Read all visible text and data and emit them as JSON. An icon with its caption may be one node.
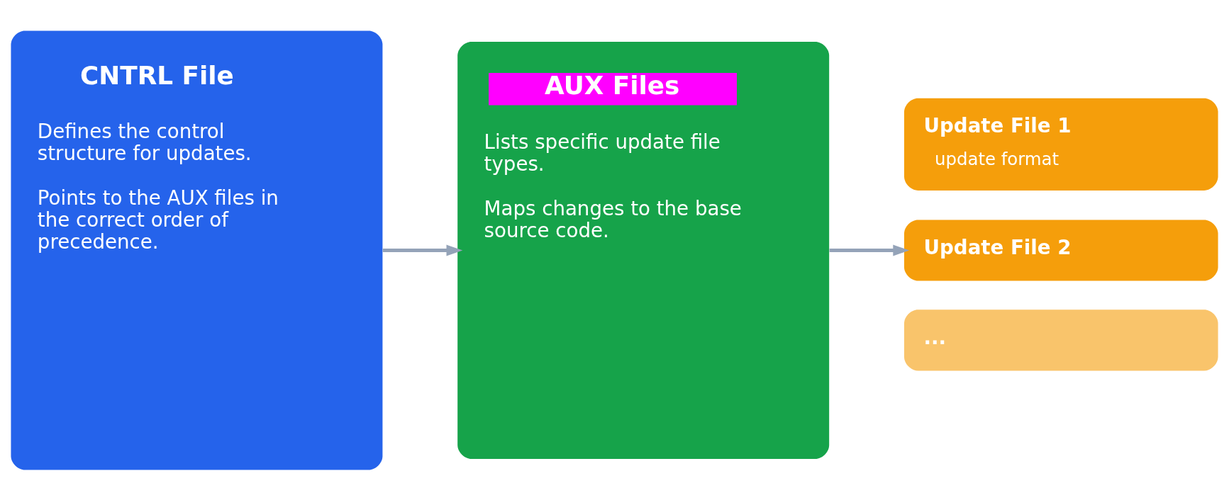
{
  "diagram": {
    "nodes": [
      {
        "text": [
          "CNTRL File",
          "Defines the control structure for updates.",
          "Points to the AUX files in the correct order of precedence."
        ]
      },
      {
        "text": [
          "AUX Files",
          "Lists specific update file types.",
          "Maps changes to the base source code."
        ]
      },
      {
        "text": [
          "Update File 1",
          "update format"
        ]
      },
      {
        "text": [
          "Update File 2"
        ]
      },
      {
        "text": [
          "..."
        ]
      }
    ],
    "edges": [
      {
        "from": 0,
        "to": 1,
        "arrow": "to"
      },
      {
        "from": 1,
        "to": 3,
        "arrow": "to"
      }
    ]
  }
}
